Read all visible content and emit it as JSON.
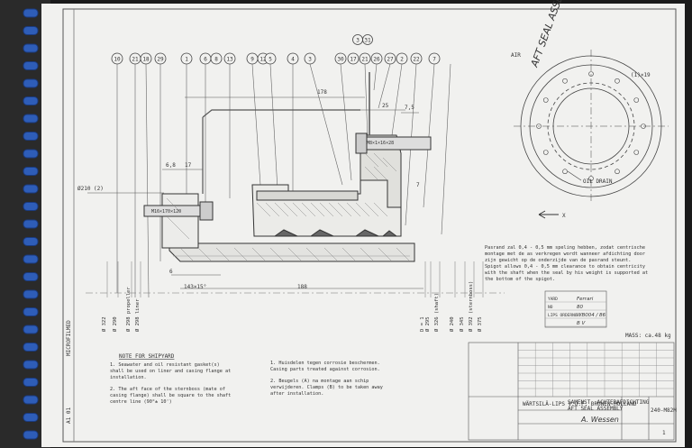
{
  "title_handwritten": "AFT SEAL ASSEMBLY",
  "balloons_top": [
    "10",
    "21",
    "18",
    "29",
    "1",
    "6",
    "8",
    "13",
    "9",
    "12",
    "5",
    "4",
    "3",
    "30",
    "17",
    "21",
    "26",
    "27",
    "2",
    "22",
    "7"
  ],
  "balloons_upper": [
    "3",
    "31"
  ],
  "dims": {
    "d178": "178",
    "d25": "25",
    "d7_5": "7,5",
    "d6_8": "6,8",
    "d17": "17",
    "d6": "6",
    "d143": "143×15°",
    "d188": "188",
    "m16": "M16×170×120",
    "m8": "M8×1×16×28",
    "phi210": "Ø210 (2)",
    "d7": "7",
    "air": "AIR",
    "ref180": "(1)×19",
    "oil_drain": "OIL DRAIN",
    "arrow_x": "X"
  },
  "vertical_dims": [
    "Ø 322",
    "Ø 290",
    "Ø 298 propeller",
    "Ø 298 liner",
    "Ø 295",
    "Ø 326 (shaft)",
    "Ø 240",
    "Ø 345",
    "Ø 392 (sternboss)",
    "Ø 375",
    "D = 1"
  ],
  "note_dutch": "Pasrand zal 0,4 - 0,5 mm speling hebben, zodat centrische montage met de as verkregen wordt wanneer afdichting door zijn gewicht op de onderzijde van de pasrand steunt.",
  "note_english": "Spigot allows 0,4 - 0,5 mm clearance to obtain centricity with the shaft when the seal by his weight is supported at the bottom of the spigot.",
  "info_box": [
    {
      "label": "YARD",
      "value": "Ferrari"
    },
    {
      "label": "NO",
      "value": "80"
    },
    {
      "label": "LIPS ORDERNO",
      "value": "WB004 / 86"
    },
    {
      "label": "",
      "value": "B V"
    }
  ],
  "mass": "MASS: ca.48 kg",
  "note_shipyard_title": "NOTE FOR SHIPYARD",
  "shipyard_notes": [
    "1. Seawater and oil resistant gasket(s) shall be used on liner and casing flange at installation.",
    "2. The aft face of the sternboss (mate of casing flange) shall be square to the shaft centre line (90°± 10')"
  ],
  "dutch_notes": [
    "1. Huisdelen tegen corrosie beschermen. Casing parts treated against corrosion.",
    "2. Beugels (A) na montage aan schip verwijderen. Clamps (B) to be taken away after installation."
  ],
  "company": "WÄRTSILÄ-LIPS V.O.F. DRUNEN-HOLLAND",
  "drawing_title_nl": "SAMENST. ACHTERAFDICHTING",
  "drawing_title_en": "AFT SEAL ASSEMBLY",
  "signature": "A. Wessen",
  "drawing_number": "240-M82M",
  "sheet": "1",
  "side_stamp": "MICROFILMED",
  "side_code": "A1 01"
}
